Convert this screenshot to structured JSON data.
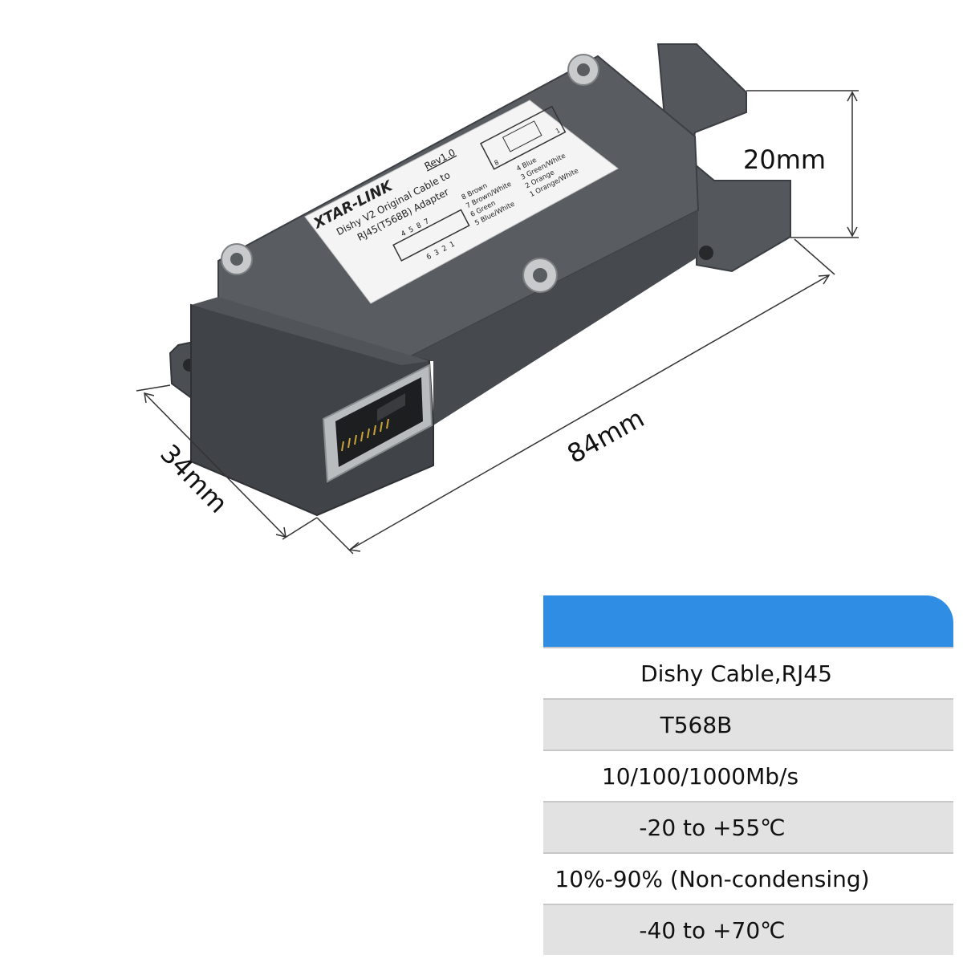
{
  "dimensions": {
    "height": "20mm",
    "width": "34mm",
    "length": "84mm"
  },
  "label": {
    "brand": "XTAR-LINK",
    "revision": "Rev1.0",
    "line1": "Dishy V2 Original Cable to",
    "line2": "RJ45(T568B) Adapter",
    "dishy_pin_top": "4 5  8 7",
    "dishy_pin_bottom": "6 3 2 1",
    "wires_left": [
      "8 Brown",
      "7 Brown/White",
      "6 Green",
      "5 Blue/White"
    ],
    "wires_right": [
      "4 Blue",
      "3 Green/White",
      "2 Orange",
      "1 Orange/White"
    ],
    "rj45_pin_left": "8",
    "rj45_pin_right": "1"
  },
  "spec_table": {
    "header_color": "#2f8de4",
    "rows": [
      "Dishy Cable,RJ45",
      "T568B",
      "10/100/1000Mb/s",
      "-20 to +55℃",
      "10%-90% (Non-condensing)",
      "-40 to +70℃"
    ]
  }
}
